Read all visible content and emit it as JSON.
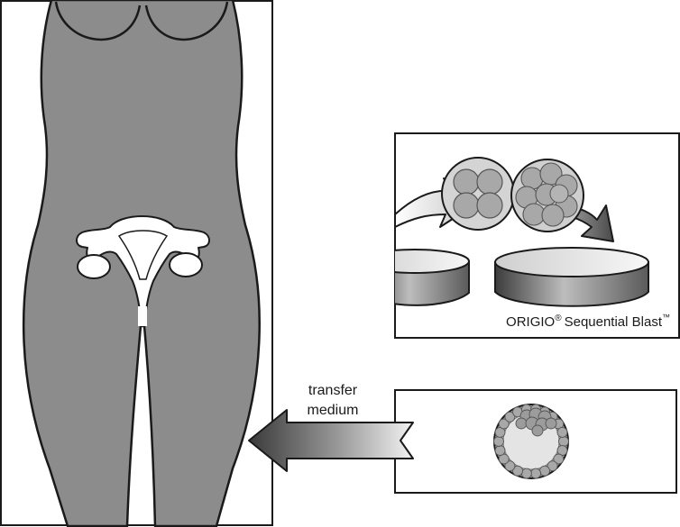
{
  "culture_panel": {
    "brand": "ORIGIO",
    "registered_mark": "®",
    "product": "Sequential Blast",
    "trademark_mark": "™"
  },
  "transfer_arrow": {
    "line1": "transfer",
    "line2": "medium"
  },
  "colors": {
    "body_gray": "#8c8c8c",
    "outline": "#1a1a1a",
    "cell_gray": "#a8a8a8",
    "background": "#ffffff"
  }
}
